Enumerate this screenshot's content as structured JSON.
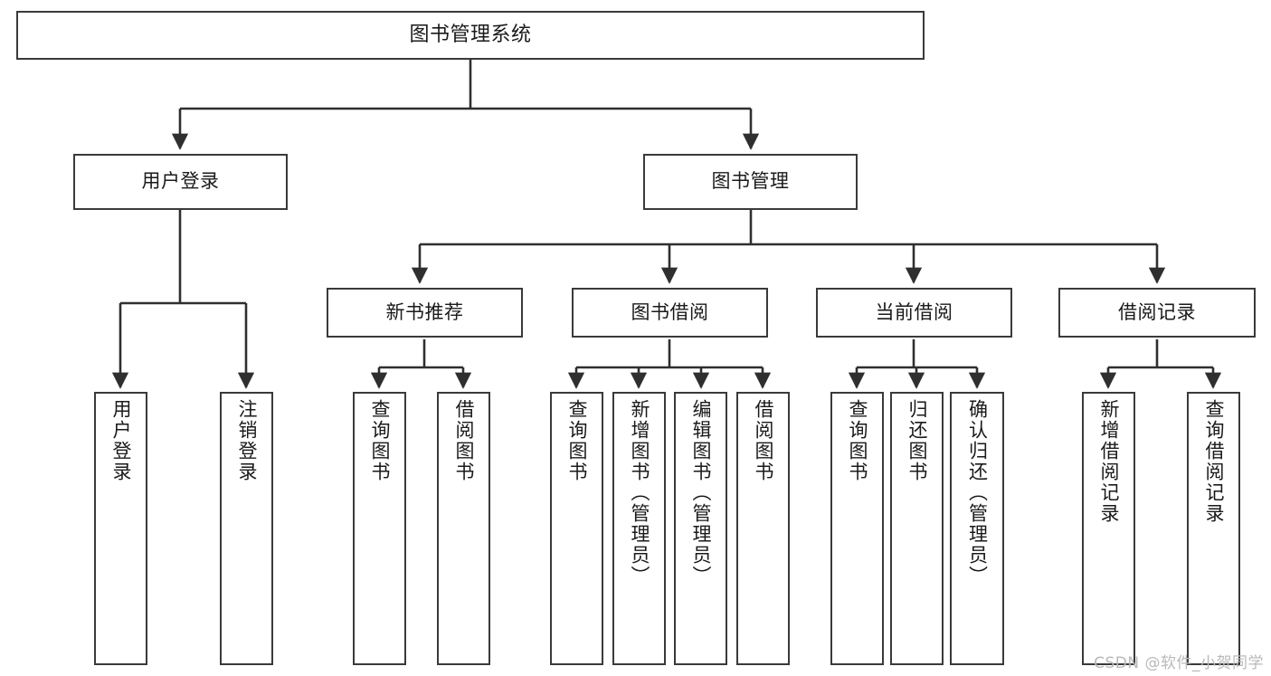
{
  "diagram": {
    "type": "tree-hierarchy",
    "title": "图书管理系统",
    "watermark": "CSDN @软件_小贺同学",
    "colors": {
      "box_border": "#3a3a3a",
      "box_fill": "#ffffff",
      "connector": "#2f2f2f",
      "text": "#1a1a1a",
      "watermark": "#b9b9b9",
      "background": "#ffffff"
    },
    "levels": {
      "root": {
        "label": "图书管理系统"
      },
      "level2": [
        {
          "label": "用户登录"
        },
        {
          "label": "图书管理"
        }
      ],
      "level3": [
        {
          "label": "新书推荐"
        },
        {
          "label": "图书借阅"
        },
        {
          "label": "当前借阅"
        },
        {
          "label": "借阅记录"
        }
      ],
      "leaves": {
        "user_login": [
          {
            "label": "用户登录"
          },
          {
            "label": "注销登录"
          }
        ],
        "new_book": [
          {
            "label": "查询图书"
          },
          {
            "label": "借阅图书"
          }
        ],
        "borrow_book": [
          {
            "label": "查询图书"
          },
          {
            "label": "新增图书（管理员）"
          },
          {
            "label": "编辑图书（管理员）"
          },
          {
            "label": "借阅图书"
          }
        ],
        "current_borrow": [
          {
            "label": "查询图书"
          },
          {
            "label": "归还图书"
          },
          {
            "label": "确认归还（管理员）"
          }
        ],
        "borrow_record": [
          {
            "label": "新增借阅记录"
          },
          {
            "label": "查询借阅记录"
          }
        ]
      }
    }
  }
}
